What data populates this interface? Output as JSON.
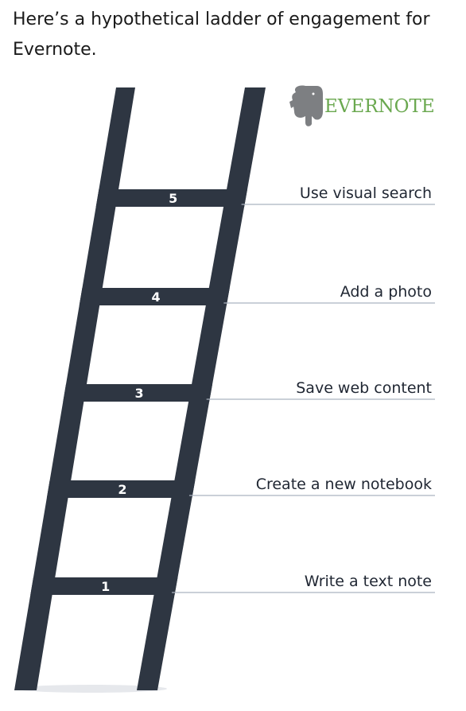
{
  "intro_text": "Here’s a hypothetical ladder of engagement for Evernote.",
  "brand": {
    "name": "EVERNOTE",
    "logo_icon": "elephant-icon",
    "color": "#6aa84f"
  },
  "ladder_color": "#2e3642",
  "steps": [
    {
      "number": "5",
      "label": "Use visual search"
    },
    {
      "number": "4",
      "label": "Add a photo"
    },
    {
      "number": "3",
      "label": "Save web content"
    },
    {
      "number": "2",
      "label": "Create a new notebook"
    },
    {
      "number": "1",
      "label": "Write a text note"
    }
  ]
}
